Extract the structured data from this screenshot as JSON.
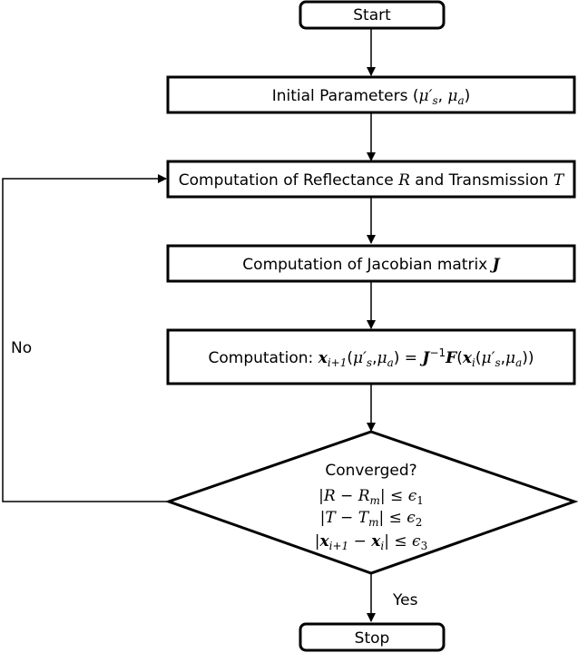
{
  "nodes": {
    "start": {
      "label": "Start"
    },
    "initial": {
      "text": "Initial Parameters (",
      "mus": "μ′",
      "mus_sub": "s",
      "sep": ", ",
      "mua": "μ",
      "mua_sub": "a",
      "close": ")"
    },
    "reflect": {
      "prefix": "Computation of Reflectance ",
      "R": "R",
      "mid": " and Transmission ",
      "T": "T"
    },
    "jacobian": {
      "prefix": "Computation of Jacobian matrix ",
      "J": "J"
    },
    "update": {
      "prefix": "Computation: ",
      "x": "x",
      "x_sub": "i+1",
      "args_open": "(",
      "mus": "μ′",
      "mus_sub": "s",
      "comma": ",",
      "mua": "μ",
      "mua_sub": "a",
      "args_close": ")",
      "eq": " = ",
      "J": "J",
      "J_sup": "−1",
      "F": "F",
      "F_open": "(",
      "xi": "x",
      "xi_sub": "i",
      "args2_open": "(",
      "mus2": "μ′",
      "mus2_sub": "s",
      "comma2": ",",
      "mua2": "μ",
      "mua2_sub": "a",
      "close": "))"
    },
    "decision": {
      "title": "Converged?",
      "cond1": {
        "bar_l": "|",
        "a": "R",
        "minus": " − ",
        "b": "R",
        "b_sub": "m",
        "bar_r": "|",
        "le": " ≤ ",
        "eps": "ϵ",
        "eps_sub": "1"
      },
      "cond2": {
        "bar_l": "|",
        "a": "T",
        "minus": " − ",
        "b": "T",
        "b_sub": "m",
        "bar_r": "|",
        "le": " ≤ ",
        "eps": "ϵ",
        "eps_sub": "2"
      },
      "cond3": {
        "bar_l": "|",
        "a": "x",
        "a_sub": "i+1",
        "minus": " − ",
        "b": "x",
        "b_sub": "i",
        "bar_r": "|",
        "le": " ≤ ",
        "eps": "ϵ",
        "eps_sub": "3"
      }
    },
    "stop": {
      "label": "Stop"
    }
  },
  "edges": {
    "no_label": "No",
    "yes_label": "Yes"
  }
}
